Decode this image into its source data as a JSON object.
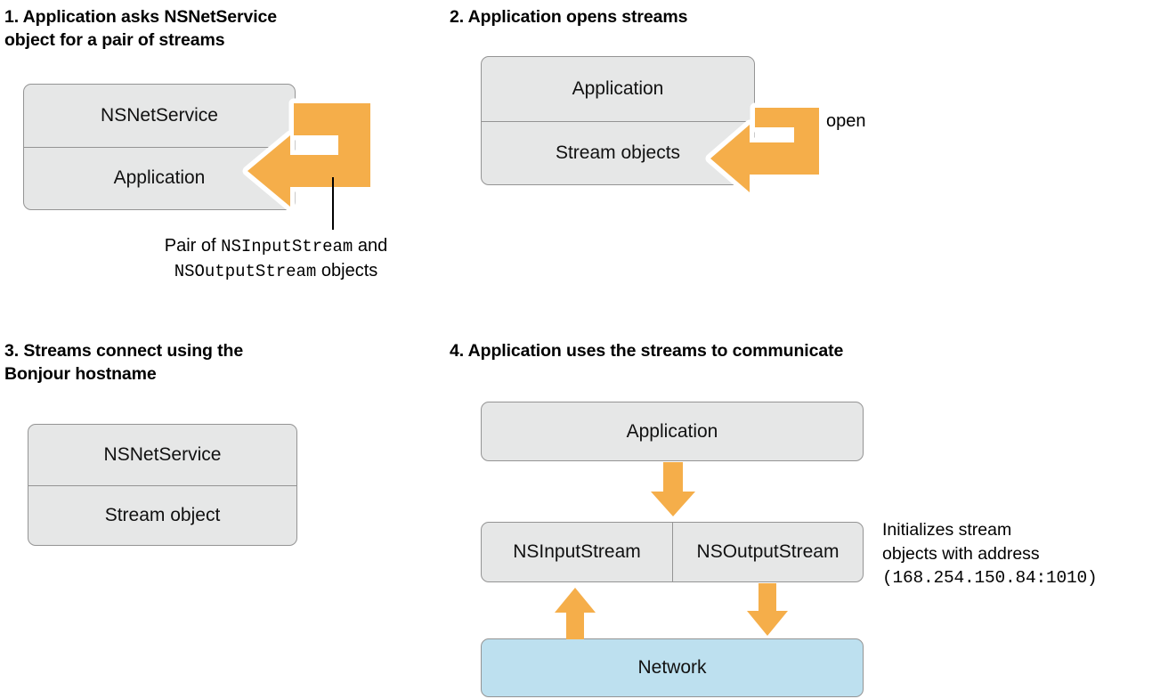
{
  "colors": {
    "arrow_orange": "#F5AE4A",
    "box_fill_gray": "#E6E7E7",
    "box_fill_blue": "#BDE0EF",
    "box_border": "#949494",
    "text": "#000000"
  },
  "panels": [
    {
      "id": "panel-1",
      "number": "1.",
      "heading": "1. Application asks NSNetService\n    object for a pair of streams",
      "box_rows": [
        "NSNetService",
        "Application"
      ],
      "arrow": {
        "kind": "hook-arrow-left",
        "target_row": "Application"
      },
      "caption_parts": [
        {
          "text": "Pair of ",
          "mono": false
        },
        {
          "text": "NSInputStream",
          "mono": true
        },
        {
          "text": " and",
          "mono": false
        },
        {
          "text": "NSOutputStream",
          "mono": true
        },
        {
          "text": " objects",
          "mono": false
        }
      ],
      "caption_line1": "Pair of NSInputStream and",
      "caption_line2": "NSOutputStream objects"
    },
    {
      "id": "panel-2",
      "number": "2.",
      "heading": "2. Application opens streams",
      "box_rows": [
        "Application",
        "Stream objects"
      ],
      "arrow": {
        "kind": "hook-arrow-left",
        "label": "open",
        "target_row": "Stream objects"
      }
    },
    {
      "id": "panel-3",
      "number": "3.",
      "heading": "3. Streams connect using the\n    Bonjour hostname",
      "box_rows": [
        "NSNetService",
        "Stream object"
      ]
    },
    {
      "id": "panel-4",
      "number": "4.",
      "heading": "4. Application uses the streams to communicate",
      "blocks": [
        {
          "name": "application-box",
          "label": "Application",
          "fill": "gray"
        },
        {
          "name": "stream-box",
          "cells": [
            "NSInputStream",
            "NSOutputStream"
          ],
          "fill": "gray"
        },
        {
          "name": "network-box",
          "label": "Network",
          "fill": "blue"
        }
      ],
      "arrows": [
        {
          "name": "application-to-streams-arrow",
          "direction": "down"
        },
        {
          "name": "network-to-input-arrow",
          "direction": "up"
        },
        {
          "name": "output-to-network-arrow",
          "direction": "down"
        }
      ],
      "side_note_line1": "Initializes stream",
      "side_note_line2": "objects with address",
      "side_note_line3": "(168.254.150.84:1010)"
    }
  ]
}
